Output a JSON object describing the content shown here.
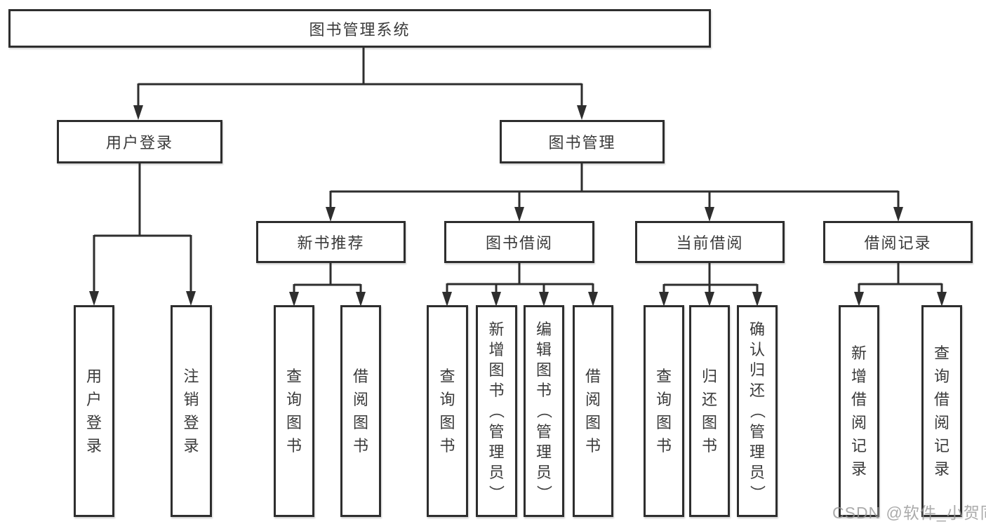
{
  "diagram": {
    "title": "图书管理系统",
    "branches": [
      {
        "label": "用户登录",
        "children": [
          {
            "label": "用户登录"
          },
          {
            "label": "注销登录"
          }
        ]
      },
      {
        "label": "图书管理",
        "children": [
          {
            "label": "新书推荐",
            "children": [
              {
                "label": "查询图书"
              },
              {
                "label": "借阅图书"
              }
            ]
          },
          {
            "label": "图书借阅",
            "children": [
              {
                "label": "查询图书"
              },
              {
                "label": "新增图书（管理员）"
              },
              {
                "label": "编辑图书（管理员）"
              },
              {
                "label": "借阅图书"
              }
            ]
          },
          {
            "label": "当前借阅",
            "children": [
              {
                "label": "查询图书"
              },
              {
                "label": "归还图书"
              },
              {
                "label": "确认归还（管理员）"
              }
            ]
          },
          {
            "label": "借阅记录",
            "children": [
              {
                "label": "新增借阅记录"
              },
              {
                "label": "查询借阅记录"
              }
            ]
          }
        ]
      }
    ]
  },
  "watermark": "CSDN @软件_小贺同学",
  "colors": {
    "line": "#2e2e2e",
    "text": "#3a3a3a",
    "watermark": "#9a9a9a",
    "background": "#ffffff"
  }
}
